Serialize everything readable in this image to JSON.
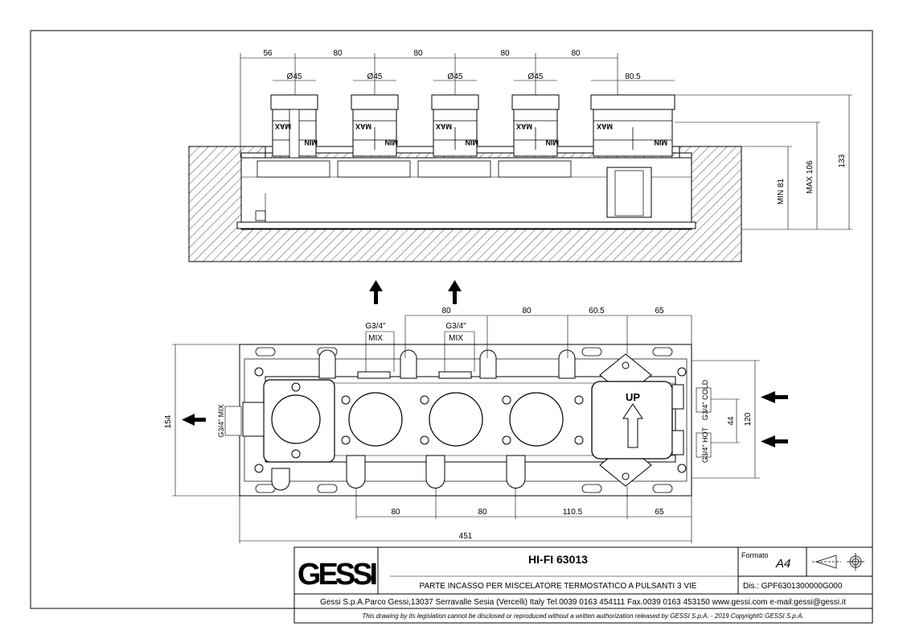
{
  "top_view": {
    "dims_top": [
      "56",
      "80",
      "80",
      "80",
      "80"
    ],
    "diameter": [
      "Ø45",
      "Ø45",
      "Ø45",
      "Ø45"
    ],
    "width_box": "80.5",
    "min_label": "MIN 81",
    "max_label": "MAX 106",
    "height": "133",
    "knob_max": "MAX",
    "knob_min": "MIN"
  },
  "bottom_view": {
    "dims_top": [
      "80",
      "80",
      "60.5",
      "65"
    ],
    "dims_bottom": [
      "80",
      "80",
      "110.5",
      "65"
    ],
    "total_width": "451",
    "height_left": "154",
    "height_right": "120",
    "spacing": "44",
    "mix1_thread": "G3/4\"",
    "mix1_label": "MIX",
    "mix2_thread": "G3/4\"",
    "mix2_label": "MIX",
    "left_mix": "G3/4\" MIX",
    "cold": "G3/4\" COLD",
    "hot": "G3/4\" HOT",
    "up_label": "UP"
  },
  "title_block": {
    "logo": "GESSI",
    "product": "HI-FI 63013",
    "description": "PARTE INCASSO PER MISCELATORE TERMOSTATICO A PULSANTI 3 VIE",
    "formato_label": "Formato",
    "formato_value": "A4",
    "dis": "Dis.: GPF6301300000G000",
    "address": "Gessi S.p.A.Parco Gessi,13037 Serravalle Sesia (Vercelli) Italy Tel.0039 0163 454111 Fax.0039 0163 453150 www.gessi.com e-mail:gessi@gessi.it",
    "copyright": "This drawing by its legislation cannot be disclosed or reproduced without a written authorization released by GESSI S.p.A. - 2019 Copyright© GESSI S.p.A."
  }
}
